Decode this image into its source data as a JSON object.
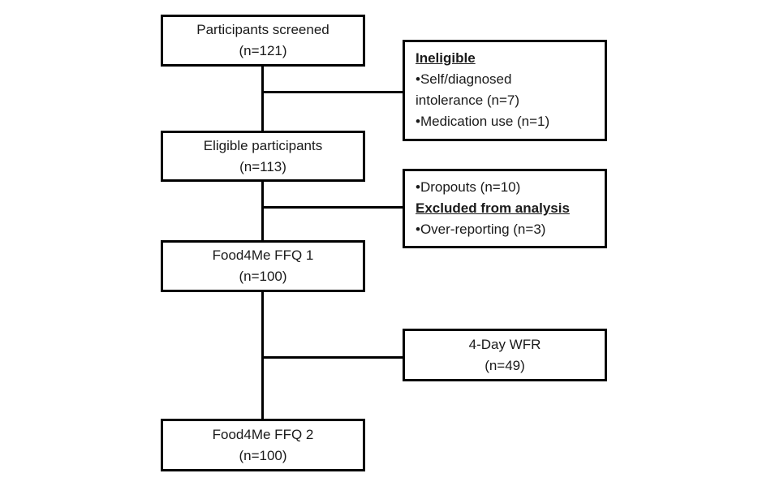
{
  "figure": {
    "type": "flow-diagram",
    "colors": {
      "background": "#ffffff",
      "line": "#000000",
      "text": "#1a1a1a"
    },
    "main_flow": [
      {
        "label": "Participants screened",
        "count": "(n=121)"
      },
      {
        "label": "Eligible participants",
        "count": "(n=113)"
      },
      {
        "label": "Food4Me FFQ 1",
        "count": "(n=100)"
      },
      {
        "label": "Food4Me FFQ 2",
        "count": "(n=100)"
      }
    ],
    "branches": [
      {
        "rows": [
          {
            "text": "Ineligible",
            "emphasis": true
          },
          {
            "text": "•Self/diagnosed",
            "emphasis": false
          },
          {
            "text": "intolerance (n=7)",
            "emphasis": false
          },
          {
            "text": "•Medication use (n=1)",
            "emphasis": false
          }
        ]
      },
      {
        "rows": [
          {
            "text": "•Dropouts (n=10)",
            "emphasis": false
          },
          {
            "text": "Excluded from analysis",
            "emphasis": true
          },
          {
            "text": "•Over-reporting (n=3)",
            "emphasis": false
          }
        ]
      },
      {
        "rows": [
          {
            "text": "4-Day WFR",
            "emphasis": false
          },
          {
            "text": "(n=49)",
            "emphasis": false
          }
        ]
      }
    ]
  }
}
